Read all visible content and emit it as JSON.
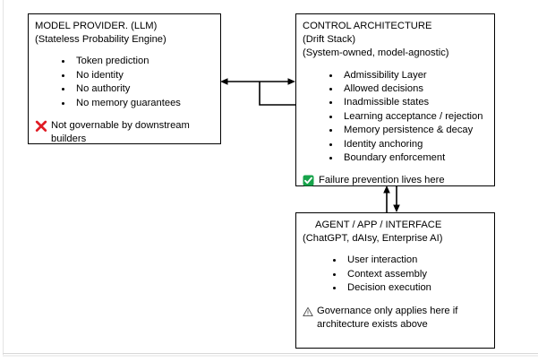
{
  "diagram": {
    "type": "block-diagram",
    "nodes": [
      {
        "id": "model-provider",
        "title": "MODEL PROVIDER. (LLM)",
        "subtitle": "(Stateless Probability Engine)",
        "bullets": [
          "Token prediction",
          "No identity",
          "No authority",
          "No memory guarantees"
        ],
        "note_icon": "cross-mark-icon",
        "note": "Not governable by downstream builders"
      },
      {
        "id": "control-architecture",
        "title": "CONTROL ARCHITECTURE",
        "subtitle": "(Drift Stack)",
        "subtitle2": "(System-owned, model-agnostic)",
        "bullets": [
          "Admissibility Layer",
          "Allowed decisions",
          "Inadmissible states",
          "Learning acceptance / rejection",
          "Memory persistence & decay",
          "Identity anchoring",
          "Boundary enforcement"
        ],
        "note_icon": "check-mark-icon",
        "note": "Failure prevention lives here"
      },
      {
        "id": "agent-interface",
        "title": "AGENT / APP / INTERFACE",
        "subtitle": "(ChatGPT, dAIsy, Enterprise AI)",
        "bullets": [
          "User interaction",
          "Context assembly",
          "Decision execution"
        ],
        "note_icon": "warning-triangle-icon",
        "note": "Governance only applies here if architecture exists above"
      }
    ],
    "connectors": [
      {
        "id": "provider-to-control",
        "from": "model-provider",
        "to": "control-architecture",
        "style": "double-arrow-horizontal"
      },
      {
        "id": "control-agent-up",
        "from": "agent-interface",
        "to": "control-architecture",
        "style": "arrow-up"
      },
      {
        "id": "control-agent-down",
        "from": "control-architecture",
        "to": "agent-interface",
        "style": "arrow-down"
      }
    ]
  },
  "colors": {
    "stroke": "#000000",
    "background": "#ffffff",
    "cross_red": "#E01B24",
    "check_green": "#16A34A",
    "warn_gray": "#4a4a4a"
  }
}
